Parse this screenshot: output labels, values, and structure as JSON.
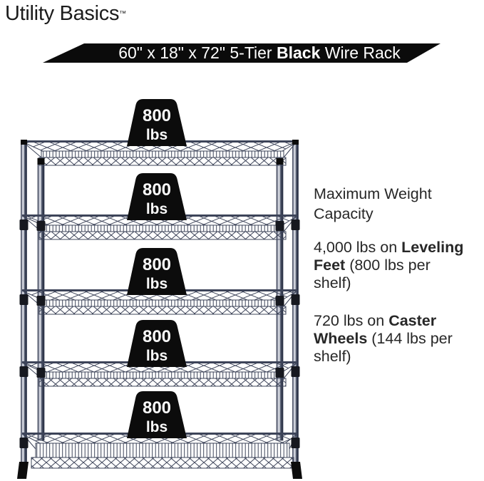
{
  "colors": {
    "banner_bg": "#0b0b0b",
    "banner_text": "#ffffff",
    "rack_line": "#3d4459",
    "weight_bg": "#0c0c0c",
    "weight_text": "#fafafa",
    "text": "#272727",
    "title": "#1c1c1c"
  },
  "brand": {
    "name": "Utility Basics",
    "trademark": "™"
  },
  "banner": {
    "lines": [
      [
        {
          "t": "60\" x 18\" x 72\" 5-Tier "
        },
        {
          "t": "Black",
          "b": true
        },
        {
          "t": " Wire Rack"
        }
      ]
    ]
  },
  "weights": [
    {
      "value": "800",
      "unit": "lbs"
    },
    {
      "value": "800",
      "unit": "lbs"
    },
    {
      "value": "800",
      "unit": "lbs"
    },
    {
      "value": "800",
      "unit": "lbs"
    },
    {
      "value": "800",
      "unit": "lbs"
    }
  ],
  "info": {
    "heading": {
      "lines": [
        [
          {
            "t": "Maximum Weight"
          }
        ],
        [
          {
            "t": "Capacity"
          }
        ]
      ]
    },
    "leveling": {
      "lines": [
        [
          {
            "t": "4,000 lbs on "
          },
          {
            "t": "Leveling",
            "b": true
          }
        ],
        [
          {
            "t": "Feet",
            "b": true
          },
          {
            "t": " (800 lbs per"
          }
        ],
        [
          {
            "t": "shelf)"
          }
        ]
      ]
    },
    "caster": {
      "lines": [
        [
          {
            "t": "720 lbs on "
          },
          {
            "t": "Caster",
            "b": true
          }
        ],
        [
          {
            "t": "Wheels",
            "b": true
          },
          {
            "t": " (144 lbs per"
          }
        ],
        [
          {
            "t": "shelf)"
          }
        ]
      ]
    }
  }
}
